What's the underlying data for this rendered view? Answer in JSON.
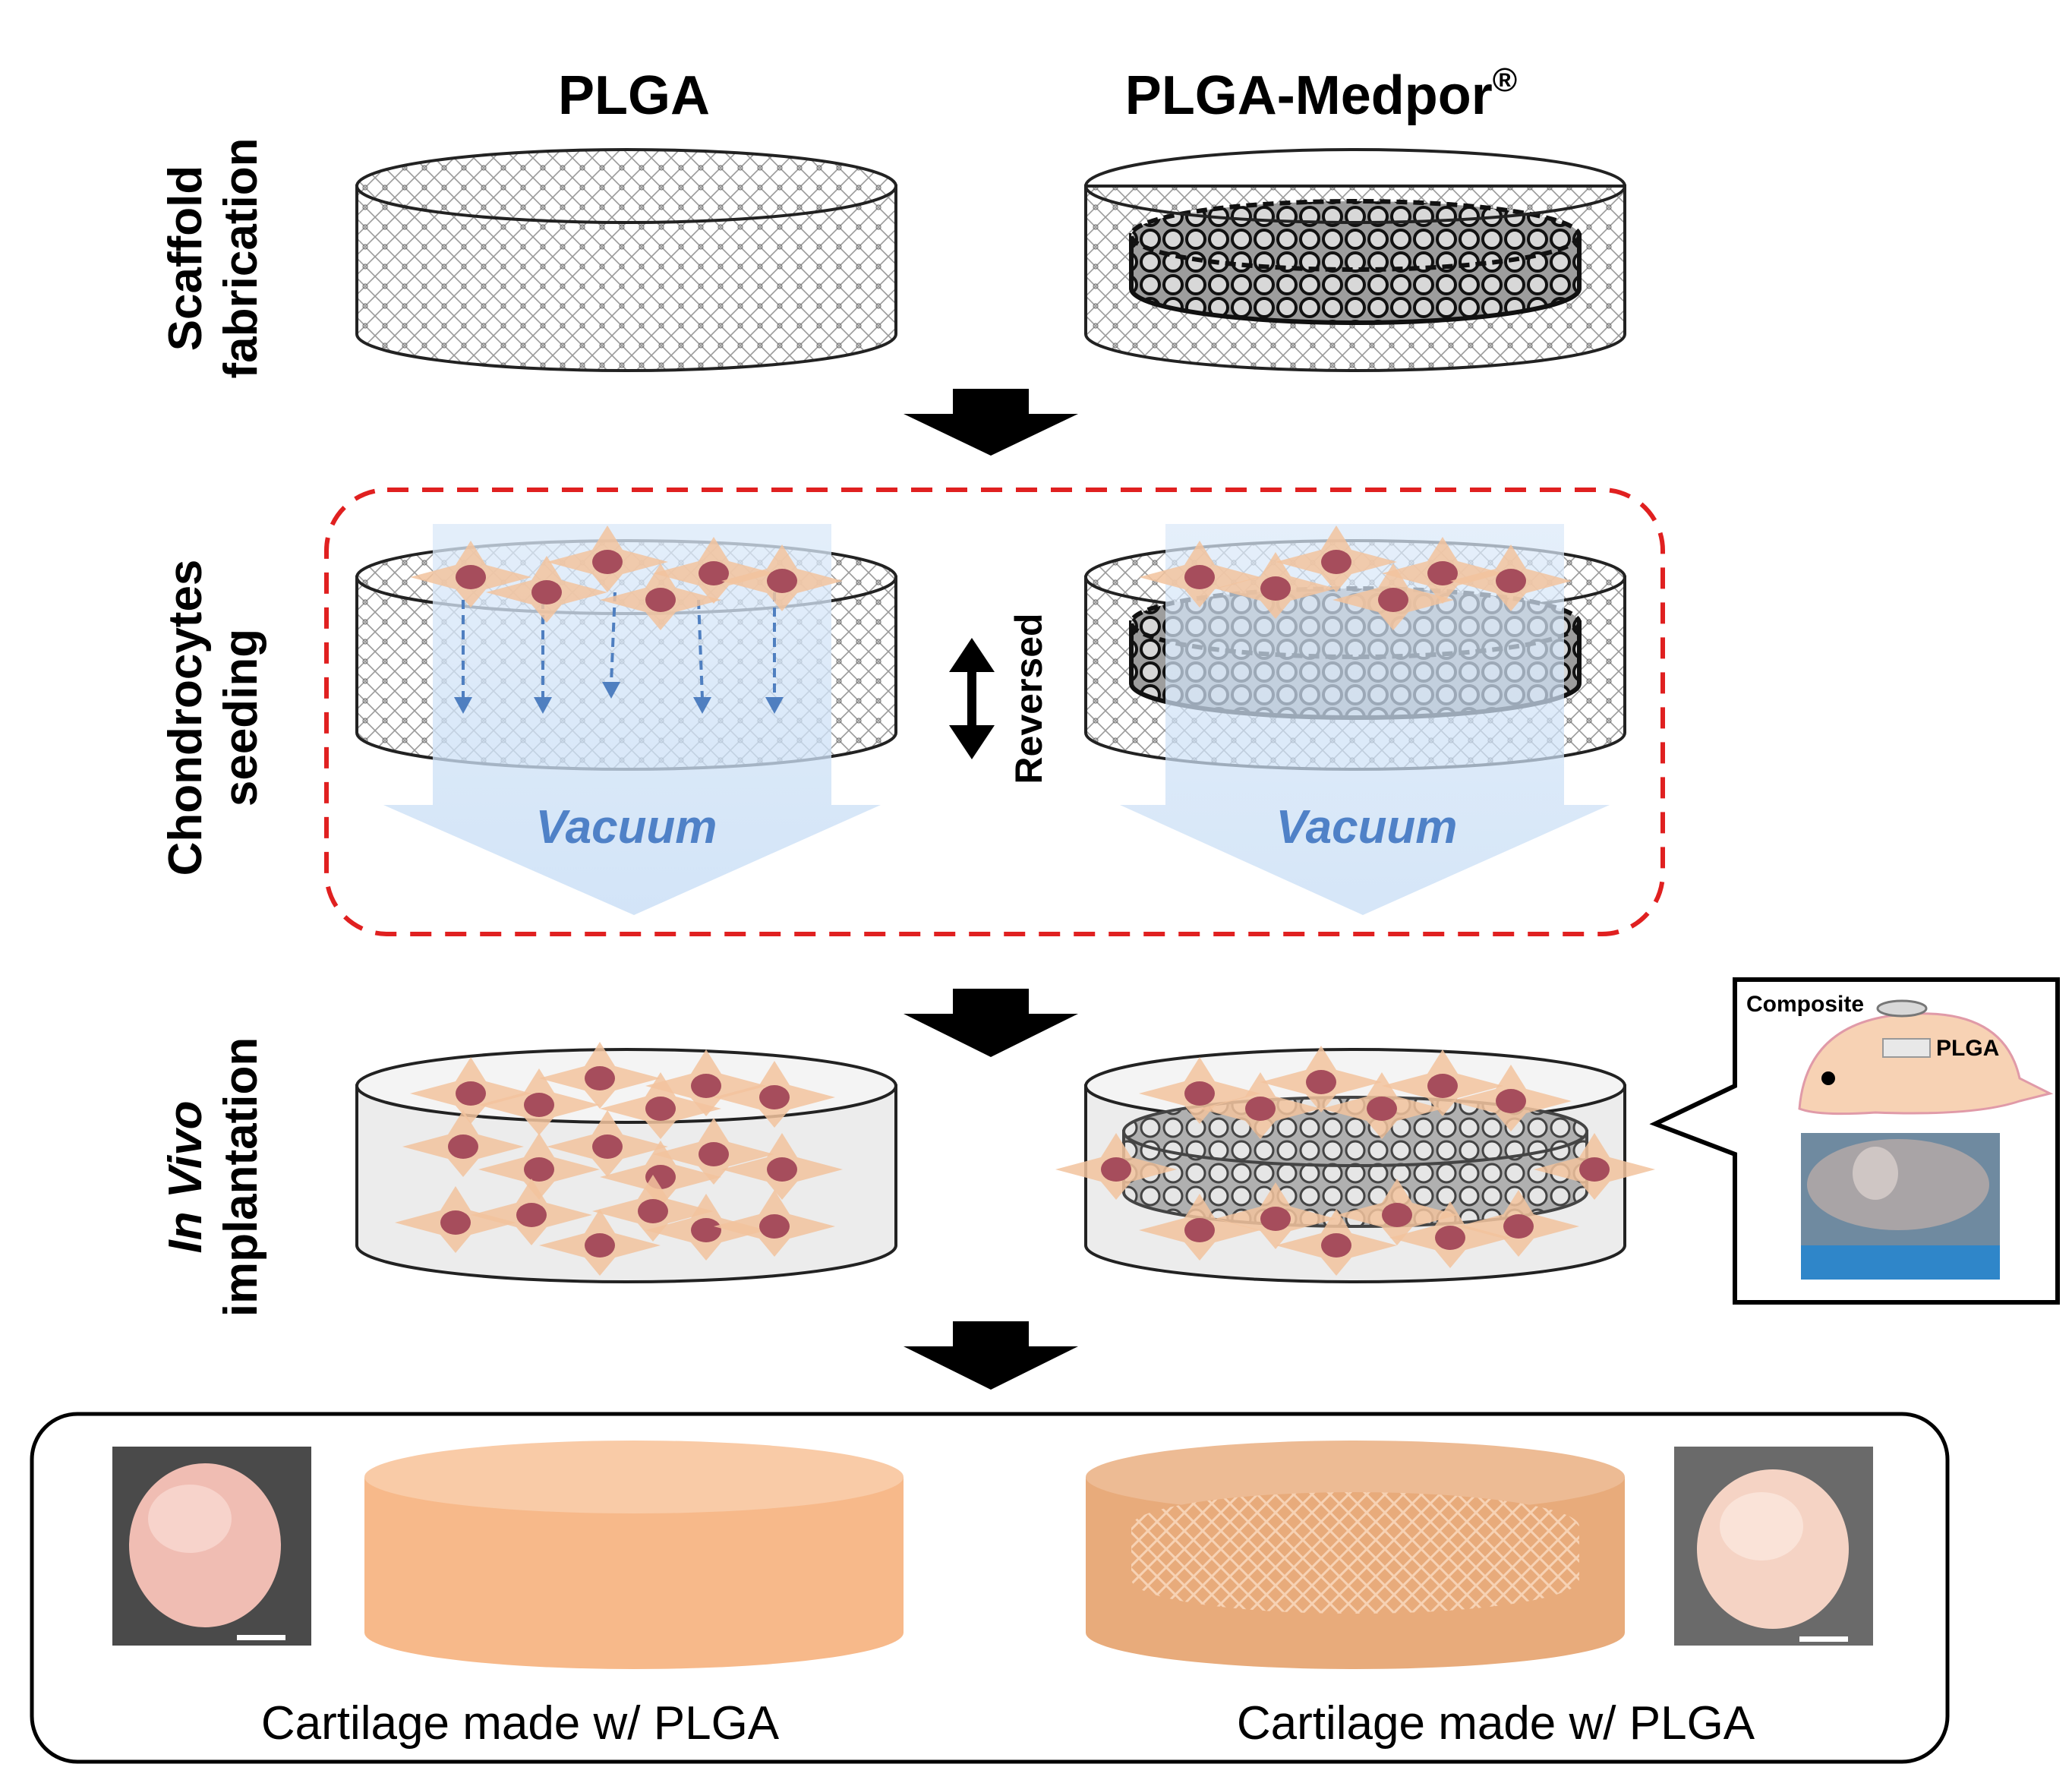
{
  "columns": {
    "left": "PLGA",
    "right_main": "PLGA-Medpor",
    "right_sup": "®"
  },
  "rows": {
    "scaffold": [
      "Scaffold",
      "fabrication"
    ],
    "seeding": [
      "Chondrocytes",
      "seeding"
    ],
    "implant_italic": "In Vivo",
    "implant": "implantation"
  },
  "seeding": {
    "vacuum_left": "Vacuum",
    "vacuum_right": "Vacuum",
    "reversed": "Reversed"
  },
  "inset": {
    "composite": "Composite",
    "plga": "PLGA"
  },
  "results": {
    "caption_left": "Cartilage made w/ PLGA",
    "caption_right": "Cartilage made w/ PLGA"
  },
  "colors": {
    "dashed_border": "#e02020",
    "vacuum_arrow": "#cfe2f7",
    "vacuum_text": "#4f81c7",
    "cell_body": "#f2c39e",
    "cell_nucleus": "#a64d5c",
    "cartilage": "#f7b98a",
    "cartilage_composite": "#e8ab7b"
  },
  "icons": [
    "down-arrow-icon",
    "double-arrow-icon"
  ]
}
